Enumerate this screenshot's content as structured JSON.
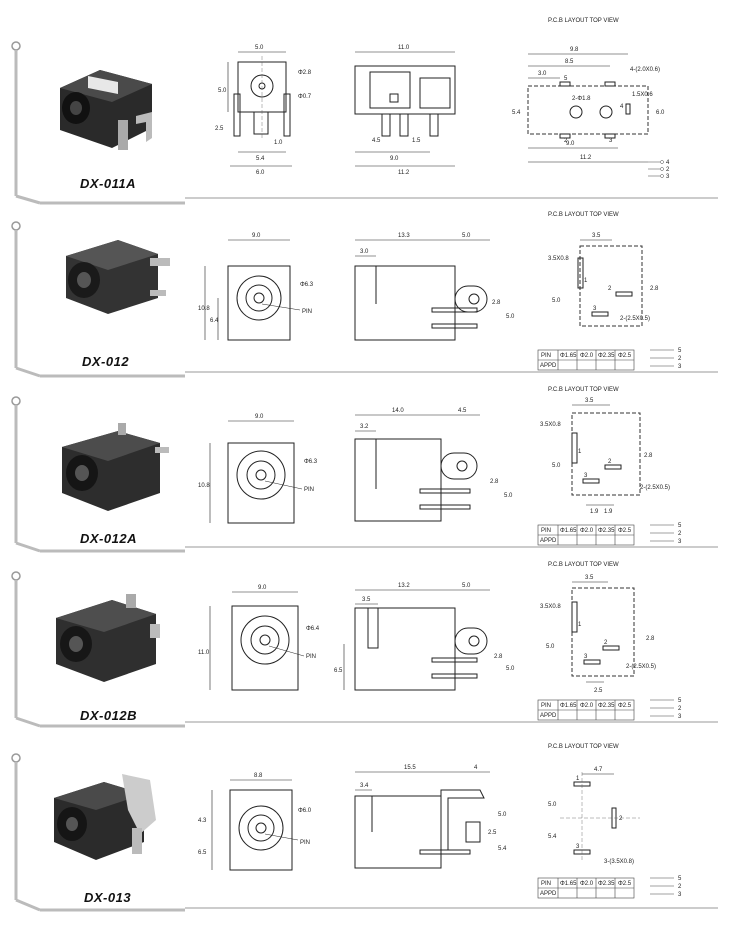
{
  "pcb_header": "P.C.B LAYOUT    TOP VIEW",
  "legend_header": [
    "PIN",
    "APPD"
  ],
  "legend_values": [
    "Φ1.65",
    "Φ2.0",
    "Φ2.35",
    "Φ2.5"
  ],
  "legend_pins": [
    "5",
    "2",
    "3"
  ],
  "legend_pins_011": [
    "4",
    "2",
    "3"
  ],
  "rows": [
    {
      "model": "DX-011A",
      "front": {
        "w": "5.0",
        "h": "5.0",
        "bot": "2.5",
        "d1": "Φ2.8",
        "d2": "Φ0.7",
        "bw": "5.4",
        "bh": "1.0",
        "total": "6.0"
      },
      "side": {
        "top": "11.0",
        "a": "4.5",
        "b": "1.5",
        "c": "9.0",
        "d": "11.2"
      },
      "pcb": {
        "w1": "9.8",
        "w2": "8.5",
        "w3": "3.0",
        "holes": "4-(2.0X0.6)",
        "hole2": "2-Φ1.8",
        "slot": "1.5X0.6",
        "h": "5.4",
        "h2": "6.0",
        "b1": "9.0",
        "b2": "11.2",
        "pins": [
          "5",
          "4",
          "2",
          "3"
        ]
      }
    },
    {
      "model": "DX-012",
      "front": {
        "w": "9.0",
        "h": "10.8",
        "h2": "6.4",
        "d": "Φ6.3",
        "pin": "PIN"
      },
      "side": {
        "a": "3.0",
        "b": "13.3",
        "c": "5.0",
        "d": "2.8",
        "e": "5.0"
      },
      "pcb": {
        "top": "3.5",
        "slot": "3.5X0.8",
        "h": "5.0",
        "h2": "2.8",
        "slot2": "2-(2.5X0.5)",
        "pins": [
          "1",
          "2",
          "3"
        ]
      }
    },
    {
      "model": "DX-012A",
      "front": {
        "w": "9.0",
        "h": "10.8",
        "d": "Φ6.3",
        "pin": "PIN"
      },
      "side": {
        "a": "3.2",
        "b": "14.0",
        "c": "4.5",
        "d": "2.8",
        "e": "5.0"
      },
      "pcb": {
        "top": "3.5",
        "slot": "3.5X0.8",
        "h": "5.0",
        "h2": "2.8",
        "slot2": "2-(2.5X0.5)",
        "b1": "1.9",
        "b2": "1.9",
        "pins": [
          "1",
          "2",
          "3"
        ]
      }
    },
    {
      "model": "DX-012B",
      "front": {
        "w": "9.0",
        "h": "11.0",
        "d": "Φ6.4",
        "pin": "PIN"
      },
      "side": {
        "a": "3.5",
        "b": "13.2",
        "c": "5.0",
        "d": "2.8",
        "e": "5.0",
        "f": "6.5"
      },
      "pcb": {
        "top": "3.5",
        "slot": "3.5X0.8",
        "h": "5.0",
        "h2": "2.8",
        "slot2": "2-(2.5X0.5)",
        "b1": "2.5",
        "pins": [
          "1",
          "2",
          "3"
        ]
      }
    },
    {
      "model": "DX-013",
      "front": {
        "w": "8.8",
        "h1": "4.3",
        "h2": "6.5",
        "d": "Φ6.0",
        "pin": "PIN"
      },
      "side": {
        "a": "3.4",
        "b": "15.5",
        "c": "4",
        "d": "5.0",
        "e": "5.4",
        "f": "2.5"
      },
      "pcb": {
        "top": "4.7",
        "h": "5.0",
        "h2": "5.4",
        "slot": "3-(3.5X0.8)",
        "pins": [
          "1",
          "2",
          "3"
        ]
      }
    }
  ]
}
